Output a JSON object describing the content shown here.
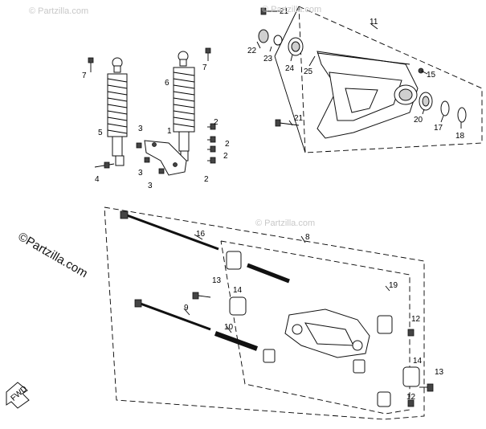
{
  "watermarks": {
    "small": "© Partzilla.com",
    "main": "©Partzilla.com"
  },
  "callouts": [
    {
      "id": "c1",
      "text": "1"
    },
    {
      "id": "c2a",
      "text": "2"
    },
    {
      "id": "c2b",
      "text": "2"
    },
    {
      "id": "c2c",
      "text": "2"
    },
    {
      "id": "c2d",
      "text": "2"
    },
    {
      "id": "c3a",
      "text": "3"
    },
    {
      "id": "c3b",
      "text": "3"
    },
    {
      "id": "c3c",
      "text": "3"
    },
    {
      "id": "c4",
      "text": "4"
    },
    {
      "id": "c5",
      "text": "5"
    },
    {
      "id": "c6",
      "text": "6"
    },
    {
      "id": "c7a",
      "text": "7"
    },
    {
      "id": "c7b",
      "text": "7"
    },
    {
      "id": "c8",
      "text": "8"
    },
    {
      "id": "c9",
      "text": "9"
    },
    {
      "id": "c10",
      "text": "10"
    },
    {
      "id": "c11",
      "text": "11"
    },
    {
      "id": "c12a",
      "text": "12"
    },
    {
      "id": "c12b",
      "text": "12"
    },
    {
      "id": "c13a",
      "text": "13"
    },
    {
      "id": "c13b",
      "text": "13"
    },
    {
      "id": "c14a",
      "text": "14"
    },
    {
      "id": "c14b",
      "text": "14"
    },
    {
      "id": "c15",
      "text": "15"
    },
    {
      "id": "c16",
      "text": "16"
    },
    {
      "id": "c17",
      "text": "17"
    },
    {
      "id": "c18",
      "text": "18"
    },
    {
      "id": "c19",
      "text": "19"
    },
    {
      "id": "c20",
      "text": "20"
    },
    {
      "id": "c21a",
      "text": "21"
    },
    {
      "id": "c21b",
      "text": "21"
    },
    {
      "id": "c22",
      "text": "22"
    },
    {
      "id": "c23",
      "text": "23"
    },
    {
      "id": "c24",
      "text": "24"
    },
    {
      "id": "c25",
      "text": "25"
    }
  ],
  "direction_marker": "FWD"
}
